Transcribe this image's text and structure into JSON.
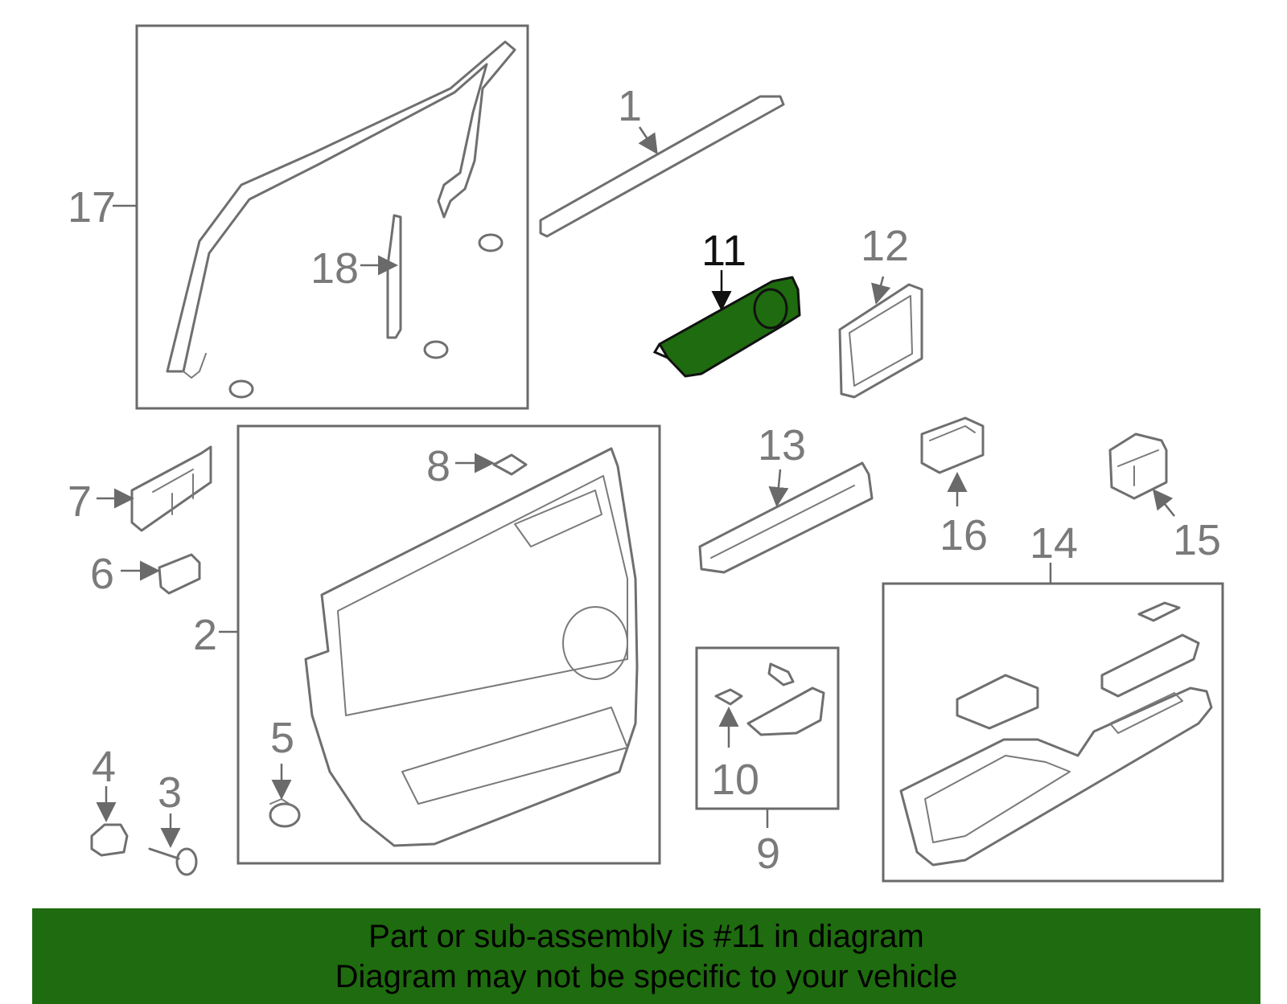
{
  "diagram": {
    "callouts": {
      "c1": "1",
      "c2": "2",
      "c3": "3",
      "c4": "4",
      "c5": "5",
      "c6": "6",
      "c7": "7",
      "c8": "8",
      "c9": "9",
      "c10": "10",
      "c11": "11",
      "c12": "12",
      "c13": "13",
      "c14": "14",
      "c15": "15",
      "c16": "16",
      "c17": "17",
      "c18": "18"
    },
    "highlight_color": "#1f6b0f",
    "line_color": "#6f6f6f"
  },
  "banner": {
    "line1": "Part or sub-assembly is #11 in diagram",
    "line2": "Diagram may not be specific to your vehicle",
    "background": "#1f6b0f"
  }
}
